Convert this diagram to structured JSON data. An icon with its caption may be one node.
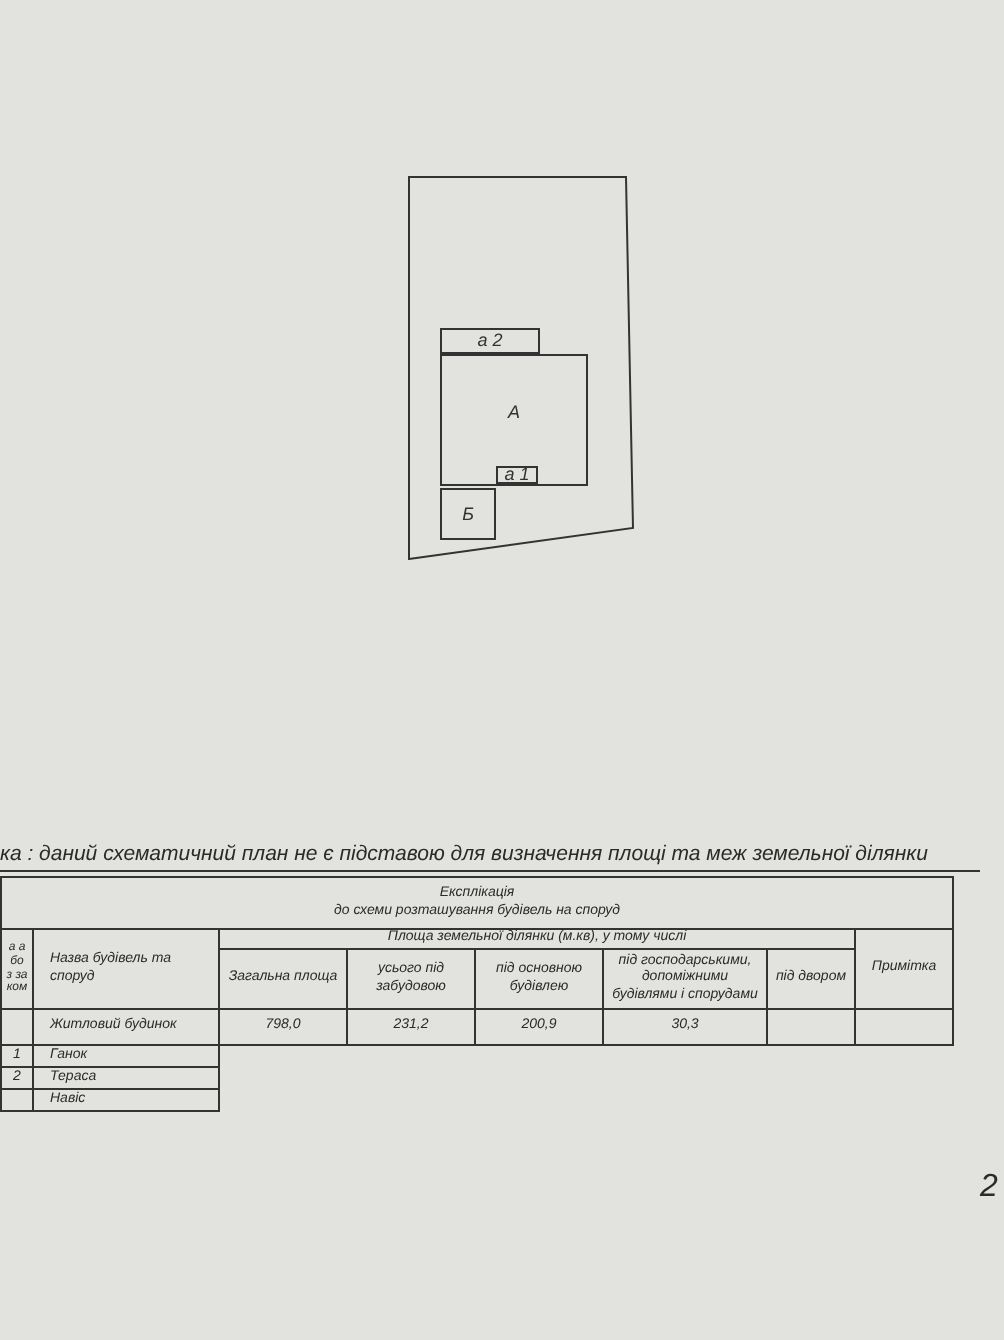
{
  "diagram": {
    "nodes": [
      {
        "text": [],
        "shape": "box"
      },
      {
        "text": [
          "А"
        ],
        "in": 0
      },
      {
        "text": [
          "а 2"
        ],
        "in": 0
      },
      {
        "text": [
          "а 1"
        ],
        "in": 1
      },
      {
        "text": [
          "Б"
        ],
        "in": 0
      }
    ],
    "edges": [],
    "labels": [
      "ка : даний схематичний план не є підставою для визначення площі та меж земельної ділянки",
      "Експлікація",
      "до схеми розташування будівель на споруд",
      "а або з за ком",
      "Назва будівель та споруд",
      "Площа земельної ділянки (м.кв), у тому числі",
      "Загальна площа",
      "усього під забудовою",
      "під основною будівлею",
      "під господарськими, допоміжними будівлями і спорудами",
      "під двором",
      "Примітка",
      "Житловий будинок",
      "798,0",
      "231,2",
      "200,9",
      "30,3",
      "1",
      "Ганок",
      "2",
      "Тераса",
      "Навіс",
      "2"
    ]
  }
}
